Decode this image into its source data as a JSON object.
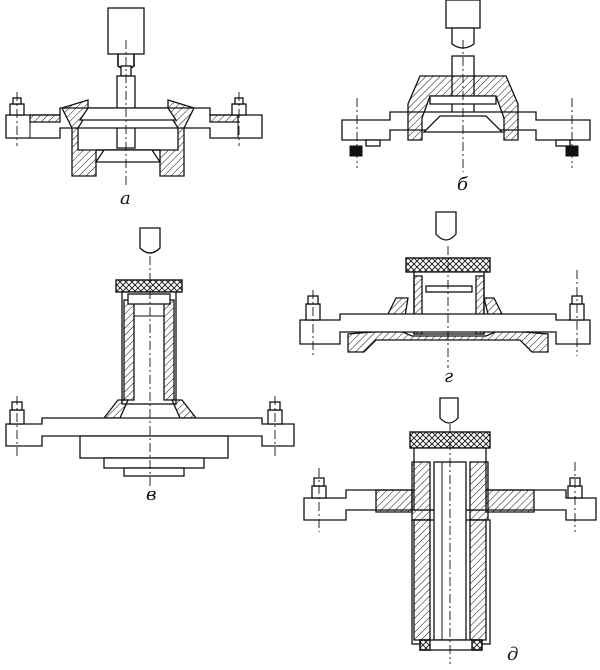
{
  "labels": {
    "a": "а",
    "b": "б",
    "v": "в",
    "g": "г",
    "d": "д"
  }
}
